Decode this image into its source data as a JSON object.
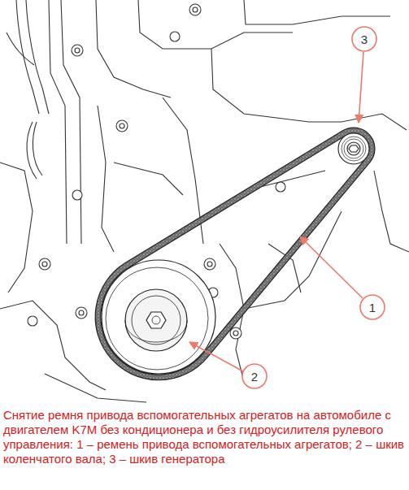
{
  "diagram": {
    "caption": "Снятие ремня привода вспомогательных агрегатов на автомобиле с двигателем K7M без кондиционера и без гидроусилителя рулевого управления: 1 – ремень привода вспомогательных агрегатов; 2 – шкив коленчатого вала; 3 – шкив генератора",
    "labels": [
      "3",
      "1",
      "2"
    ]
  }
}
